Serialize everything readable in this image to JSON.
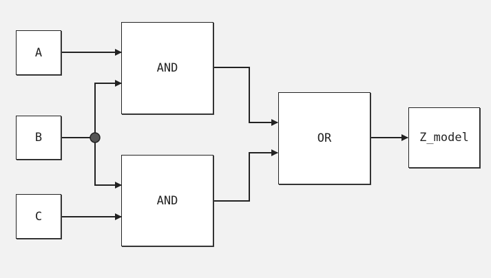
{
  "colors": {
    "background": "#f2f2f2",
    "block_fill": "#ffffff",
    "block_border": "#222222",
    "wire": "#222222",
    "junction": "#555555"
  },
  "inputs": {
    "a": "A",
    "b": "B",
    "c": "C"
  },
  "gates": {
    "and_top": "AND",
    "and_bottom": "AND",
    "or": "OR"
  },
  "output": "Z_model"
}
